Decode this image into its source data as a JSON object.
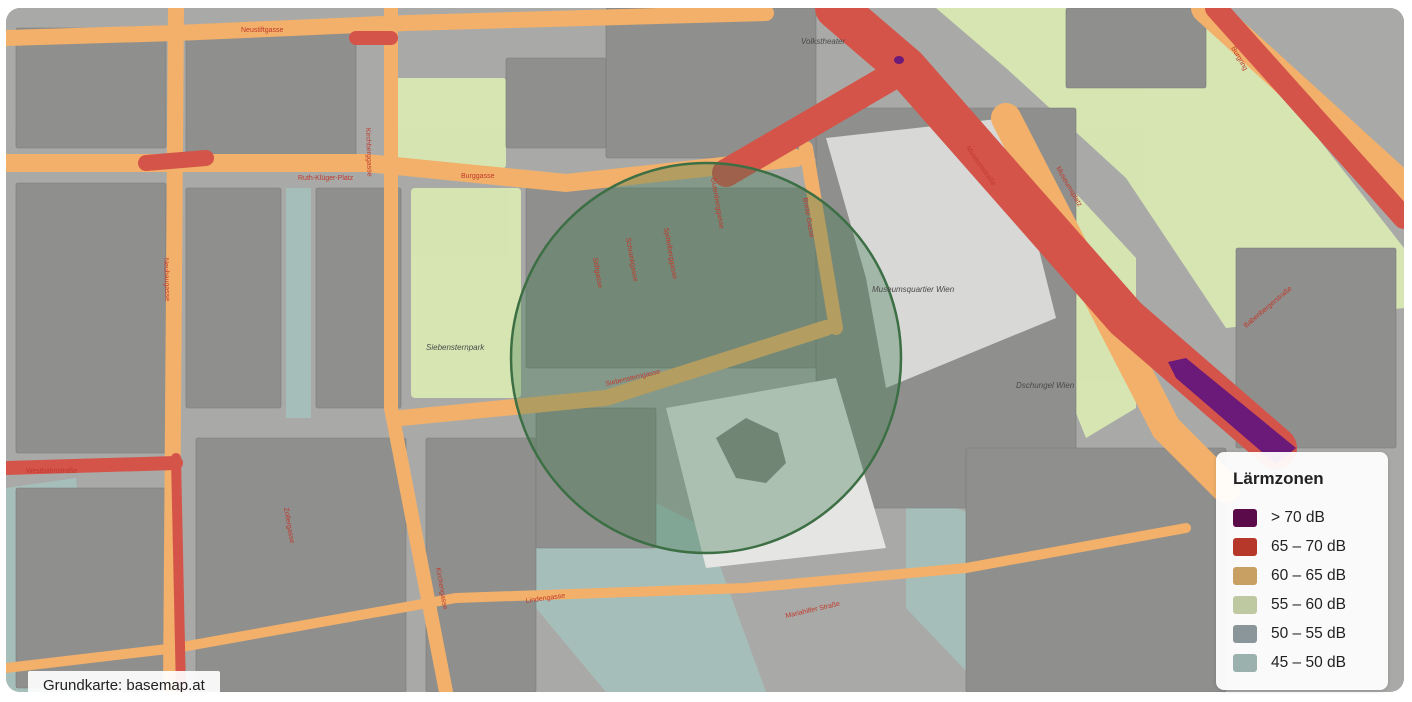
{
  "legend": {
    "title": "Lärmzonen",
    "items": [
      {
        "label": "> 70 dB",
        "color": "#5b0a4a"
      },
      {
        "label": "65 – 70 dB",
        "color": "#b5382b"
      },
      {
        "label": "60 – 65 dB",
        "color": "#c9a063"
      },
      {
        "label": "55 – 60 dB",
        "color": "#bfc9a1"
      },
      {
        "label": "50 – 55 dB",
        "color": "#8a969a"
      },
      {
        "label": "45 – 50 dB",
        "color": "#9ab1ad"
      }
    ]
  },
  "attribution": "Grundkarte: basemap.at",
  "map": {
    "colors": {
      "base": "#a9aaa8",
      "building": "#8f8f8d",
      "road_orange": "#f2b06a",
      "road_red": "#d4544a",
      "noise_purple": "#6b1a7a",
      "green": "#d9e8b2",
      "water": "#a6c2bd",
      "radius_fill": "#3f7a4f",
      "radius_stroke": "#3d6f45"
    },
    "street_labels": [
      "Neustiftgasse",
      "Burggasse",
      "Ruth-Klüger-Platz",
      "Siebensterngasse",
      "Schrankgasse",
      "Spittelberggasse",
      "Stiftgasse",
      "Museumstraße",
      "Museumsplatz",
      "Babenbergerstraße",
      "Mariahilfer Straße",
      "Lindengasse",
      "Neubaugasse",
      "Kirchengasse",
      "Zollergasse",
      "Gutenberggasse",
      "Breite Gasse",
      "Burgring",
      "Kirchberggasse",
      "Westbahnstraße"
    ],
    "poi_labels": [
      "Volkstheater",
      "Siebensternpark",
      "Museumsquartier Wien",
      "Dschungel Wien"
    ]
  }
}
